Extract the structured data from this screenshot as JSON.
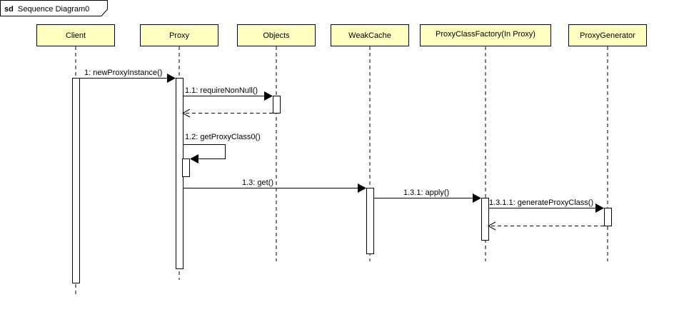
{
  "frame": {
    "keyword": "sd",
    "name": "Sequence Diagram0"
  },
  "colors": {
    "lifeline_fill": "#FFFFC0",
    "stroke": "#000000",
    "activation_fill": "#FFFFFF"
  },
  "lifelines": [
    {
      "id": "client",
      "label": "Client"
    },
    {
      "id": "proxy",
      "label": "Proxy"
    },
    {
      "id": "objects",
      "label": "Objects"
    },
    {
      "id": "weakcache",
      "label": "WeakCache"
    },
    {
      "id": "proxyclassfactory",
      "label": "ProxyClassFactory(In Proxy)"
    },
    {
      "id": "proxygenerator",
      "label": "ProxyGenerator"
    }
  ],
  "messages": [
    {
      "id": "m1",
      "label": "1: newProxyInstance()",
      "from": "client",
      "to": "proxy",
      "kind": "sync"
    },
    {
      "id": "m1_1",
      "label": "1.1: requireNonNull()",
      "from": "proxy",
      "to": "objects",
      "kind": "sync"
    },
    {
      "id": "m1_1r",
      "label": "",
      "from": "objects",
      "to": "proxy",
      "kind": "return"
    },
    {
      "id": "m1_2",
      "label": "1.2: getProxyClass0()",
      "from": "proxy",
      "to": "proxy",
      "kind": "self"
    },
    {
      "id": "m1_3",
      "label": "1.3: get()",
      "from": "proxy",
      "to": "weakcache",
      "kind": "sync"
    },
    {
      "id": "m1_3_1",
      "label": "1.3.1: apply()",
      "from": "weakcache",
      "to": "proxyclassfactory",
      "kind": "sync"
    },
    {
      "id": "m1_3_1_1",
      "label": "1.3.1.1: generateProxyClass()",
      "from": "proxyclassfactory",
      "to": "proxygenerator",
      "kind": "sync"
    },
    {
      "id": "m1_3_1_1r",
      "label": "",
      "from": "proxygenerator",
      "to": "proxyclassfactory",
      "kind": "return"
    }
  ]
}
